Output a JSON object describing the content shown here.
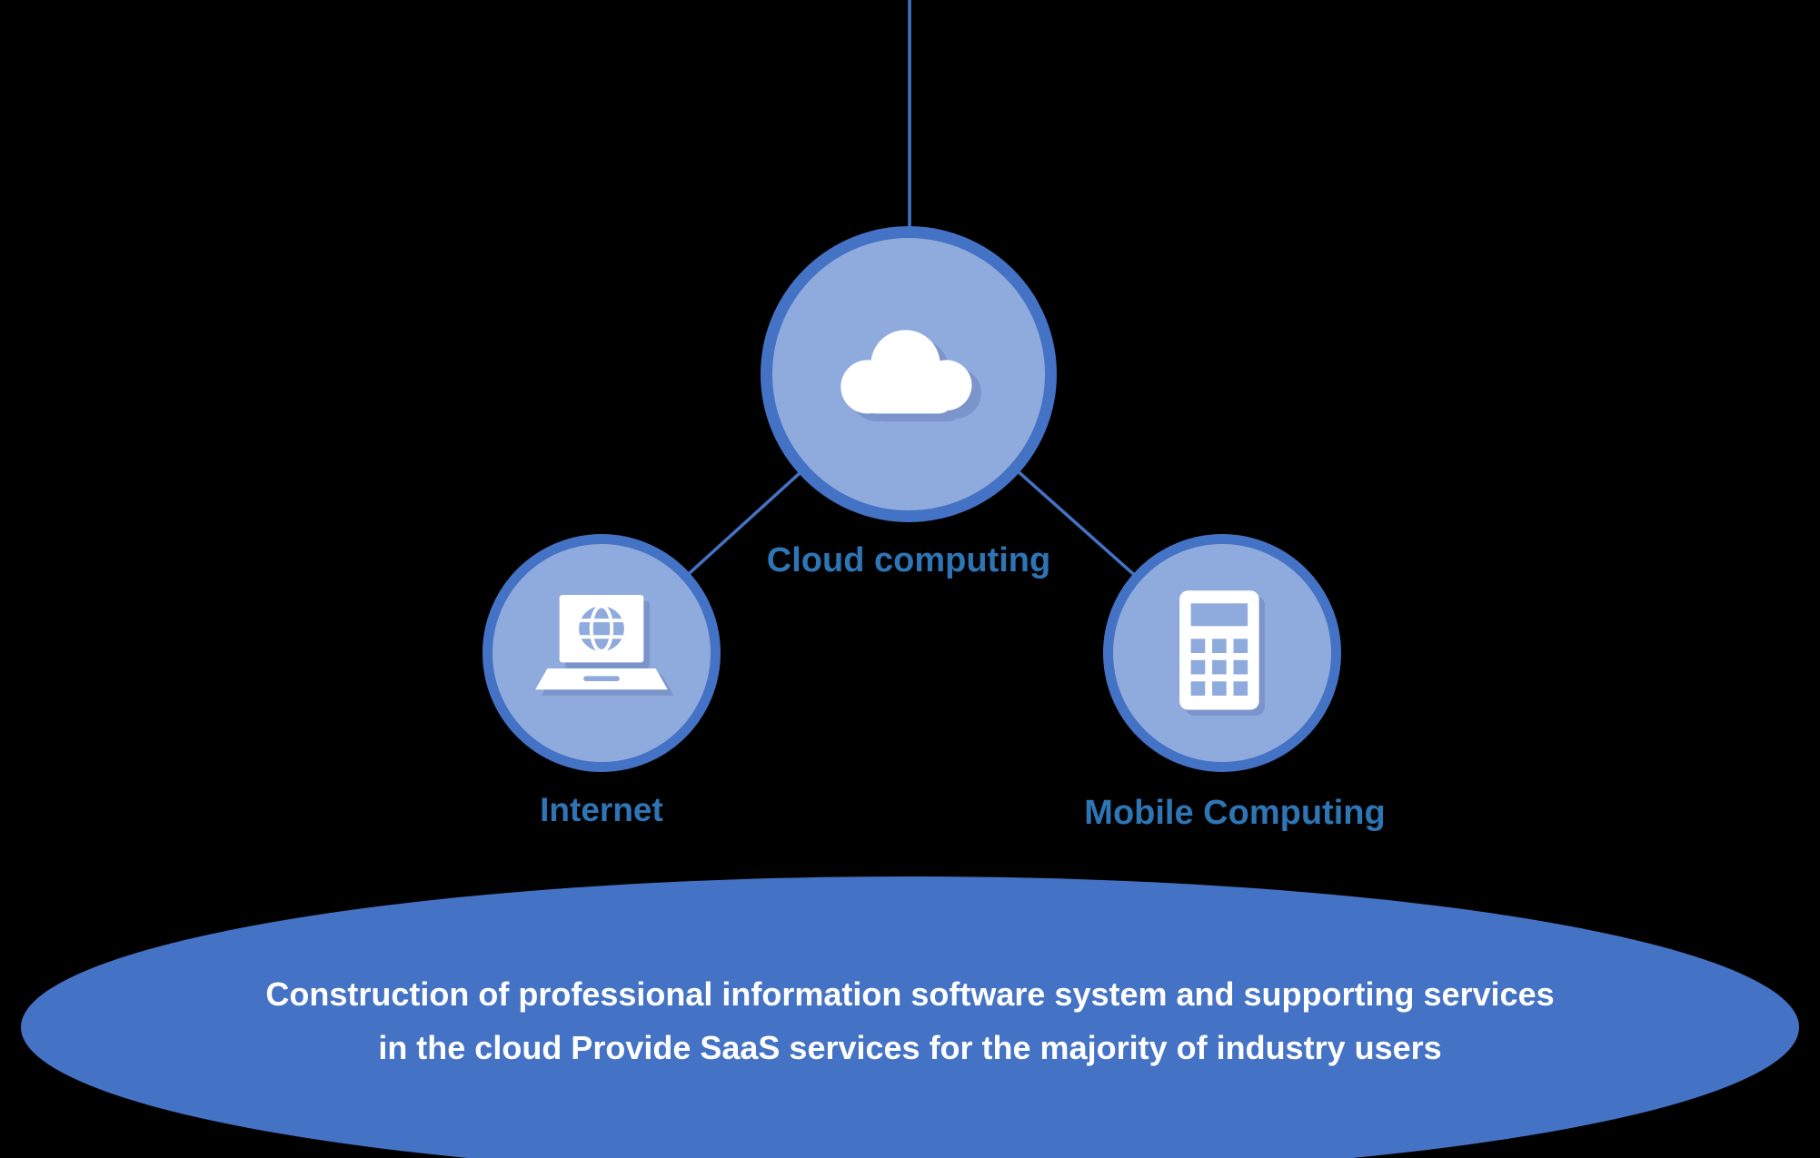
{
  "diagram": {
    "background_color": "#000000",
    "colors": {
      "node_fill": "#8FAADC",
      "node_border": "#4472C4",
      "connector": "#4472C4",
      "label_text": "#2E75B6",
      "banner_fill": "#4472C4",
      "banner_text": "#FFFFFF",
      "icon_fill": "#FFFFFF",
      "icon_shadow": "#7B94CB"
    },
    "nodes": [
      {
        "id": "cloud-computing",
        "label": "Cloud computing",
        "icon": "cloud-icon"
      },
      {
        "id": "internet",
        "label": "Internet",
        "icon": "laptop-globe-icon"
      },
      {
        "id": "mobile-computing",
        "label": "Mobile Computing",
        "icon": "calculator-icon"
      }
    ],
    "banner": {
      "line1": "Construction of professional information software system and supporting services",
      "line2": "in the cloud Provide SaaS services for the majority of industry users"
    }
  }
}
